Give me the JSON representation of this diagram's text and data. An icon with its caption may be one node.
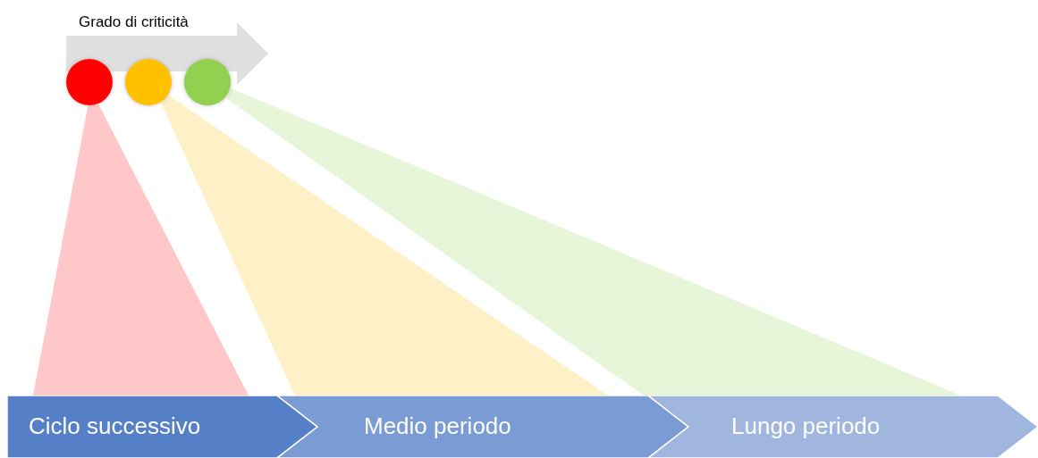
{
  "diagram": {
    "nodes": [
      {
        "text": [],
        "shape": "circle"
      },
      {
        "text": [],
        "shape": "circle"
      },
      {
        "text": [],
        "shape": "circle"
      },
      {
        "text": [
          "Ciclo successivo"
        ]
      },
      {
        "text": [
          "Medio periodo"
        ]
      },
      {
        "text": [
          "Lungo periodo"
        ]
      }
    ],
    "edges": [
      {
        "from": 0,
        "to": 3,
        "arrow": "none",
        "color": "#ff0000"
      },
      {
        "from": 1,
        "to": 4,
        "arrow": "none",
        "color": "#ffc000"
      },
      {
        "from": 2,
        "to": 5,
        "arrow": "none",
        "color": "#92d050"
      }
    ],
    "labels": [
      "Grado di criticità"
    ]
  }
}
